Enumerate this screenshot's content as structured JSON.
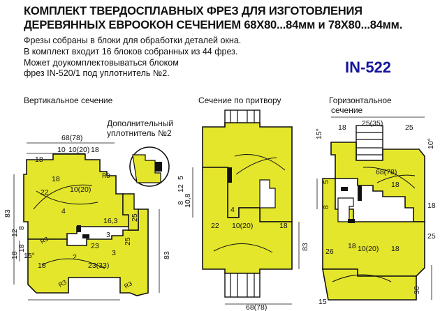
{
  "title": {
    "line1": "КОМПЛЕКТ ТВЕРДОСПЛАВНЫХ ФРЕЗ ДЛЯ ИЗГОТОВЛЕНИЯ",
    "line2": "ДЕРЕВЯННЫХ ЕВРООКОН СЕЧЕНИЕМ 68Х80...84мм и 78Х80...84мм."
  },
  "info": [
    "Фрезы собраны в блоки для обработки деталей окна.",
    "В комплект входит 16 блоков собранных из 44 фрез.",
    "Может доукомплектовываться блоком",
    "фрез IN-520/1 под уплотнитель №2."
  ],
  "product_code": "IN-522",
  "colors": {
    "wood": "#e4e62c",
    "line": "#111111",
    "code": "#14149c"
  },
  "sections": {
    "vertical": {
      "caption": "Вертикальное сечение",
      "seal_note_line1": "Дополнительный",
      "seal_note_line2": "уплотнитель №2",
      "dims": {
        "w_total": "68(78)",
        "t18a": "18",
        "t10": "10",
        "t20": "10(20)",
        "t18b": "18",
        "m18": "18",
        "m22": "22",
        "m1020": "10(20)",
        "r3_top": "R3",
        "l83": "83",
        "l12": "12",
        "l8": "8",
        "l18": "18",
        "l18b": "18",
        "v25": "25",
        "v163": "16,3",
        "v25b": "25",
        "v3": "3",
        "b18": "18",
        "b2": "2",
        "b3": "3",
        "b23": "23",
        "b2333": "23(33)",
        "r83": "83",
        "r3_bl": "R3",
        "r3_br": "R3",
        "r3_mid": "R3",
        "angle": "15°",
        "v4": "4"
      }
    },
    "rebate": {
      "caption": "Сечение по притвору",
      "dims": {
        "v5": "5",
        "v12": "12",
        "v8": "8",
        "v108": "10,8",
        "v4": "4",
        "b22": "22",
        "b1020": "10(20)",
        "b18": "18",
        "v83": "83",
        "bottom": "68(78)"
      }
    },
    "horizontal": {
      "caption_line1": "Горизонтальное",
      "caption_line2": "сечение",
      "dims": {
        "t18": "18",
        "t2535": "25(35)",
        "t25": "25",
        "angle": "15°",
        "r10": "10°",
        "v5": "5",
        "v8": "8",
        "v6878": "68(78)",
        "v18": "18",
        "b26": "26",
        "b18": "18",
        "b1020": "10(20)",
        "b18b": "18",
        "r30": "30",
        "r15": "15",
        "r18": "18",
        "r25": "25"
      }
    }
  }
}
